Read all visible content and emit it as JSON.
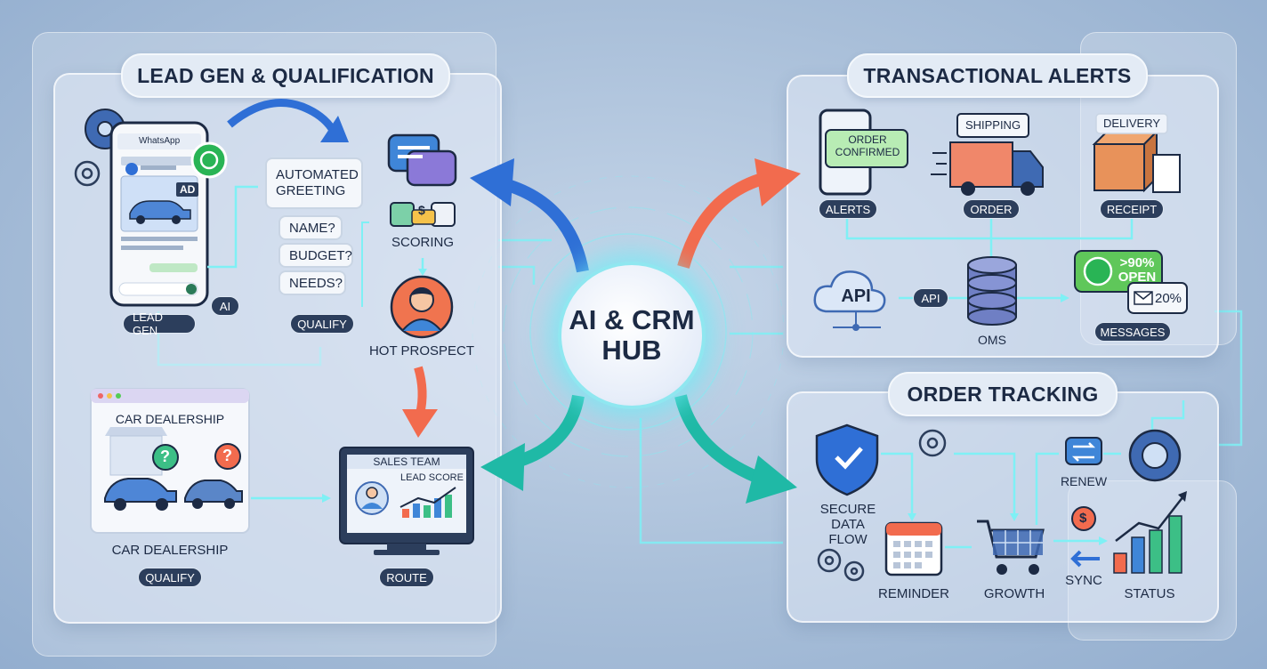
{
  "hub": {
    "line1": "AI & CRM",
    "line2": "HUB"
  },
  "lead_gen": {
    "title": "LEAD GEN & QUALIFICATION",
    "whatsapp_label": "WhatsApp",
    "ad_badge": "AD",
    "greeting_line1": "AUTOMATED",
    "greeting_line2": "GREETING",
    "questions": [
      "NAME?",
      "BUDGET?",
      "NEEDS?"
    ],
    "scoring_label": "SCORING",
    "score_symbol": "$",
    "hot_prospect_label": "HOT PROSPECT",
    "ai_tag": "AI",
    "lead_gen_tag": "LEAD GEN",
    "qualify_tag_top": "QUALIFY",
    "dealership_header": "CAR DEALERSHIP",
    "dealership_caption": "CAR DEALERSHIP",
    "qualify_tag_bottom": "QUALIFY",
    "sales_team_label": "SALES TEAM",
    "lead_score_label": "LEAD SCORE",
    "route_tag": "ROUTE"
  },
  "transactional": {
    "title": "TRANSACTIONAL ALERTS",
    "order_confirmed_line1": "ORDER",
    "order_confirmed_line2": "CONFIRMED",
    "shipping_label": "SHIPPING",
    "delivery_label": "DELIVERY",
    "alerts_tag": "ALERTS",
    "order_tag": "ORDER",
    "receipt_tag": "RECEIPT",
    "api_cloud_label": "API",
    "api_tag": "API",
    "oms_label": "OMS",
    "open_rate_line1": ">90%",
    "open_rate_line2": "OPEN",
    "email_rate": "20%",
    "messages_tag": "MESSAGES"
  },
  "order_tracking": {
    "title": "ORDER TRACKING",
    "secure_line1": "SECURE",
    "secure_line2": "DATA",
    "secure_line3": "FLOW",
    "renew_label": "RENEW",
    "sync_label": "SYNC",
    "reminder_label": "REMINDER",
    "growth_label": "GROWTH",
    "status_label": "STATUS",
    "dollar_symbol": "$"
  },
  "colors": {
    "blue_arrow": "#2f6fd6",
    "orange_arrow": "#f26b4e",
    "teal_arrow": "#1fb9a6",
    "glow_line": "#7ff0f5",
    "dark_navy": "#1c2a44"
  }
}
